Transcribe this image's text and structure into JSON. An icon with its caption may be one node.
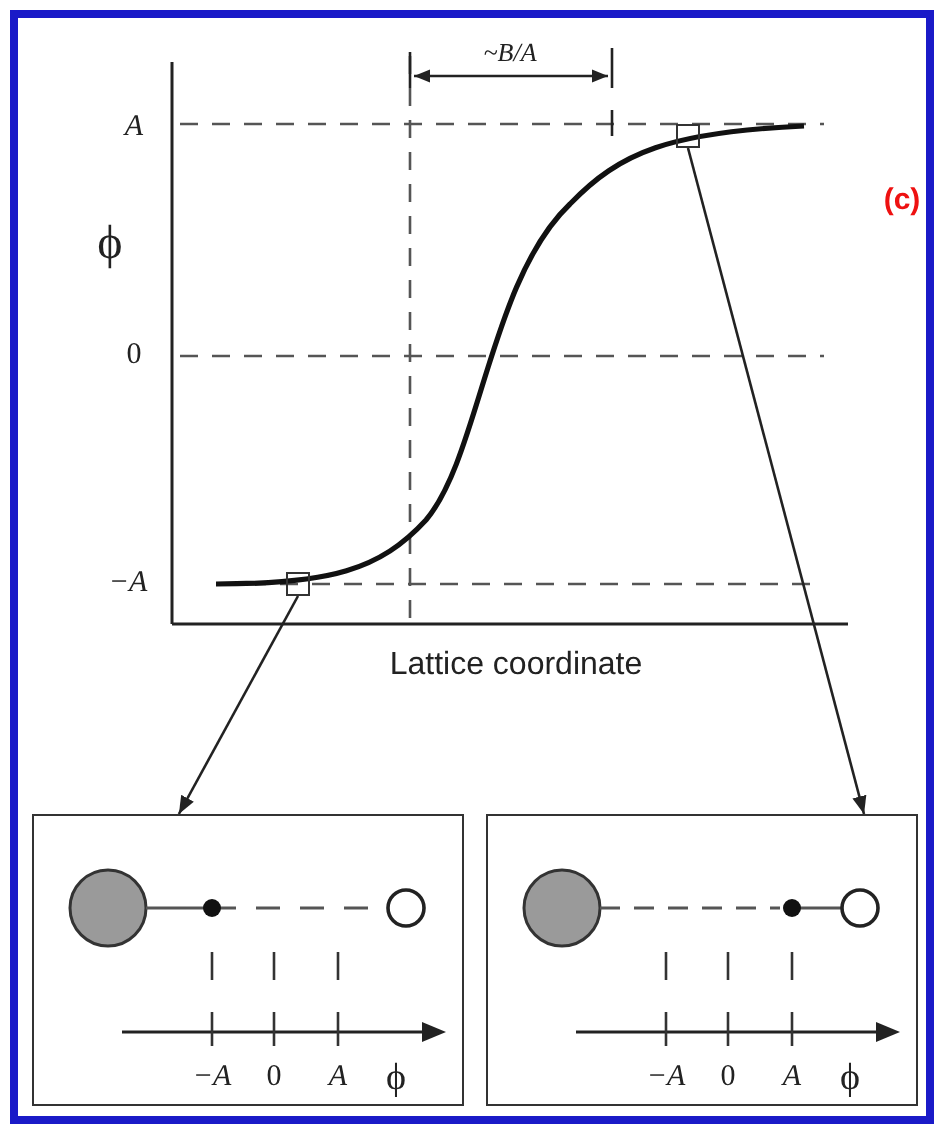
{
  "diagram": {
    "nodes": [
      {
        "text": [],
        "shape": "box"
      },
      {
        "text": [],
        "shape": "box"
      },
      {
        "text": [
          "−A",
          "0",
          "A",
          "ϕ"
        ]
      },
      {
        "text": [
          "−A",
          "0",
          "A",
          "ϕ"
        ]
      }
    ],
    "edges": [
      {
        "from": 0,
        "to": 2,
        "arrow": "to"
      },
      {
        "from": 1,
        "to": 3,
        "arrow": "to"
      }
    ],
    "labels": [
      "~B/A",
      "A",
      "ϕ",
      "0",
      "−A",
      "Lattice coordinate",
      "(c)"
    ]
  }
}
